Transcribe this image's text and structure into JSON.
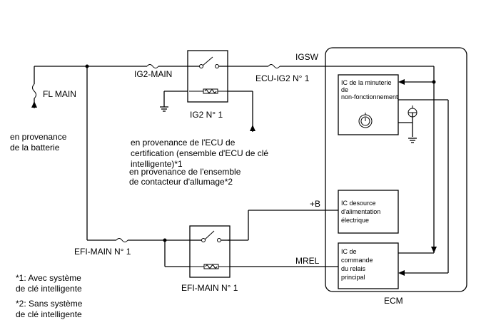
{
  "labels": {
    "fl_main": "FL MAIN",
    "ig2_main": "IG2-MAIN",
    "ecu_ig2": "ECU-IG2 N° 1",
    "igsw": "IGSW",
    "ig2_relay": "IG2 N° 1",
    "battery": [
      "en provenance",
      "de la batterie"
    ],
    "from_cert_ecu": [
      "en provenance de l'ECU de",
      "certification (ensemble d'ECU de clé",
      "intelligente)*1"
    ],
    "from_ign_switch": [
      "en provenance de l'ensemble",
      "de contacteur d'allumage*2"
    ],
    "plus_b": "+B",
    "mrel": "MREL",
    "efi_main_fuse": "EFI-MAIN N° 1",
    "efi_main_relay": "EFI-MAIN N° 1",
    "ecm": "ECM",
    "timer_ic": [
      "IC de la minuterie",
      "de",
      "non-fonctionnement"
    ],
    "power_ic": [
      "IC desource",
      "d'alimentation",
      "électrique"
    ],
    "relay_ic": [
      "IC de",
      "commande",
      "du relais",
      "principal"
    ]
  },
  "footnotes": {
    "note1": [
      "*1: Avec système",
      "de clé intelligente"
    ],
    "note2": [
      "*2: Sans système",
      "de clé intelligente"
    ]
  }
}
